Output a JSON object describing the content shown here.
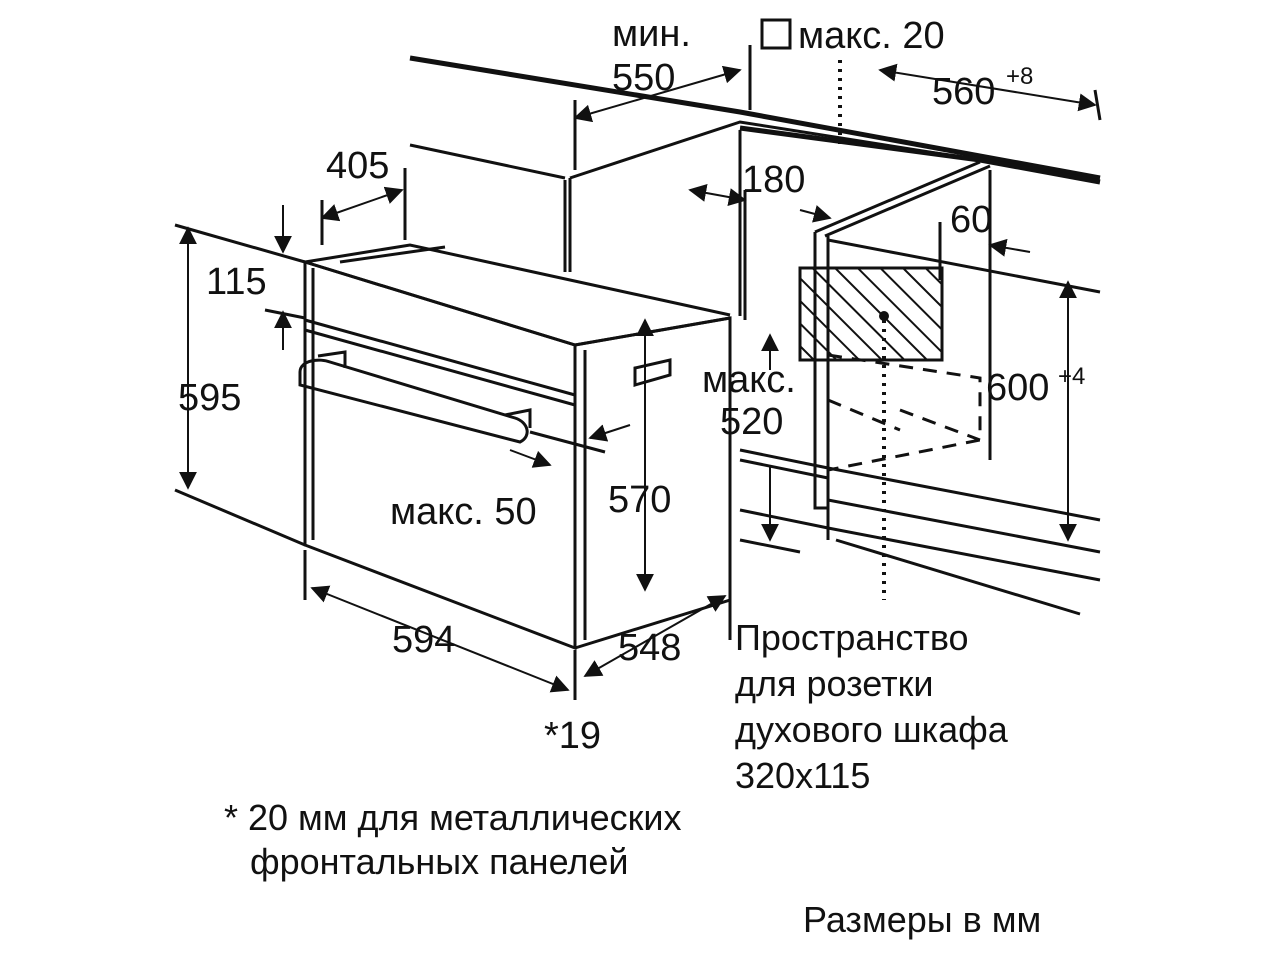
{
  "labels": {
    "min_label": "мин.",
    "d550": "550",
    "max20": "макс. 20",
    "d560": "560",
    "d560_sup": "+8",
    "d405": "405",
    "d180": "180",
    "d60": "60",
    "d115": "115",
    "d595": "595",
    "max_label": "макс.",
    "d520": "520",
    "d600": "600",
    "d600_sup": "+4",
    "max50": "макс. 50",
    "d570": "570",
    "d594": "594",
    "d548": "548",
    "star19": "*19"
  },
  "socket_note": {
    "line1": "Пространство",
    "line2": "для розетки",
    "line3": "духового шкафа",
    "line4": "320x115"
  },
  "footnote": {
    "line1": "* 20 мм для металлических",
    "line2": "фронтальных панелей"
  },
  "units_note": "Размеры в мм"
}
